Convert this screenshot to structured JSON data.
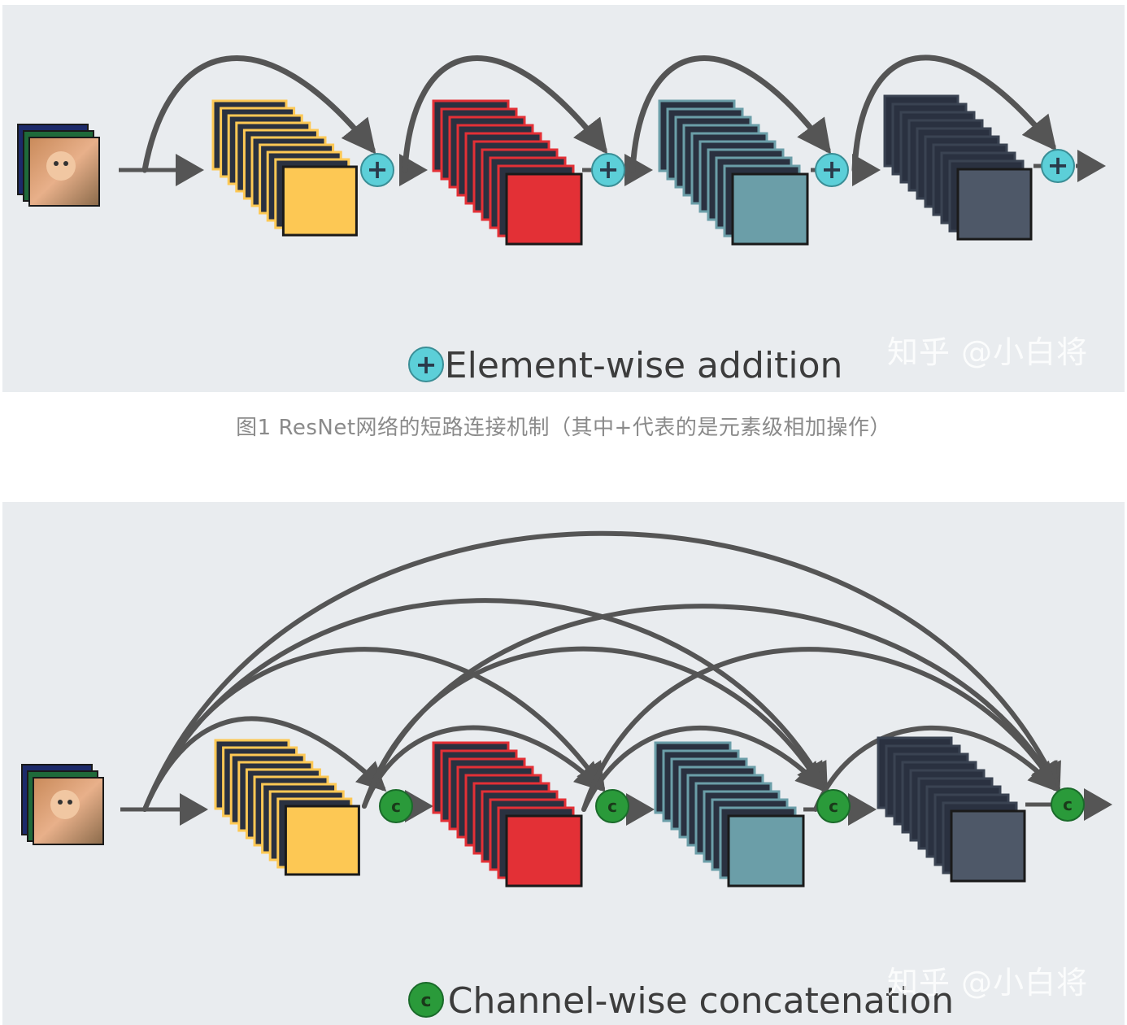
{
  "top": {
    "legend_text": ": Element-wise addition",
    "watermark": "知乎 @小白将",
    "operator_symbol": "+"
  },
  "caption": "图1 ResNet网络的短路连接机制（其中+代表的是元素级相加操作）",
  "bottom": {
    "legend_text": ": Channel-wise concatenation",
    "watermark": "知乎 @小白将",
    "operator_symbol": "c"
  },
  "colors": {
    "panel_bg": "#e9ecef",
    "arrow": "#555555",
    "block_yellow": "#fdc854",
    "block_red": "#e33036",
    "block_teal": "#6b9ea8",
    "block_slate": "#4e5868",
    "block_stack_dark": "#2a3140",
    "add_node": "#5ccfd8",
    "concat_node": "#2a9a3a"
  },
  "icons": [
    "input-image-icon",
    "add-node-icon",
    "concat-node-icon"
  ]
}
